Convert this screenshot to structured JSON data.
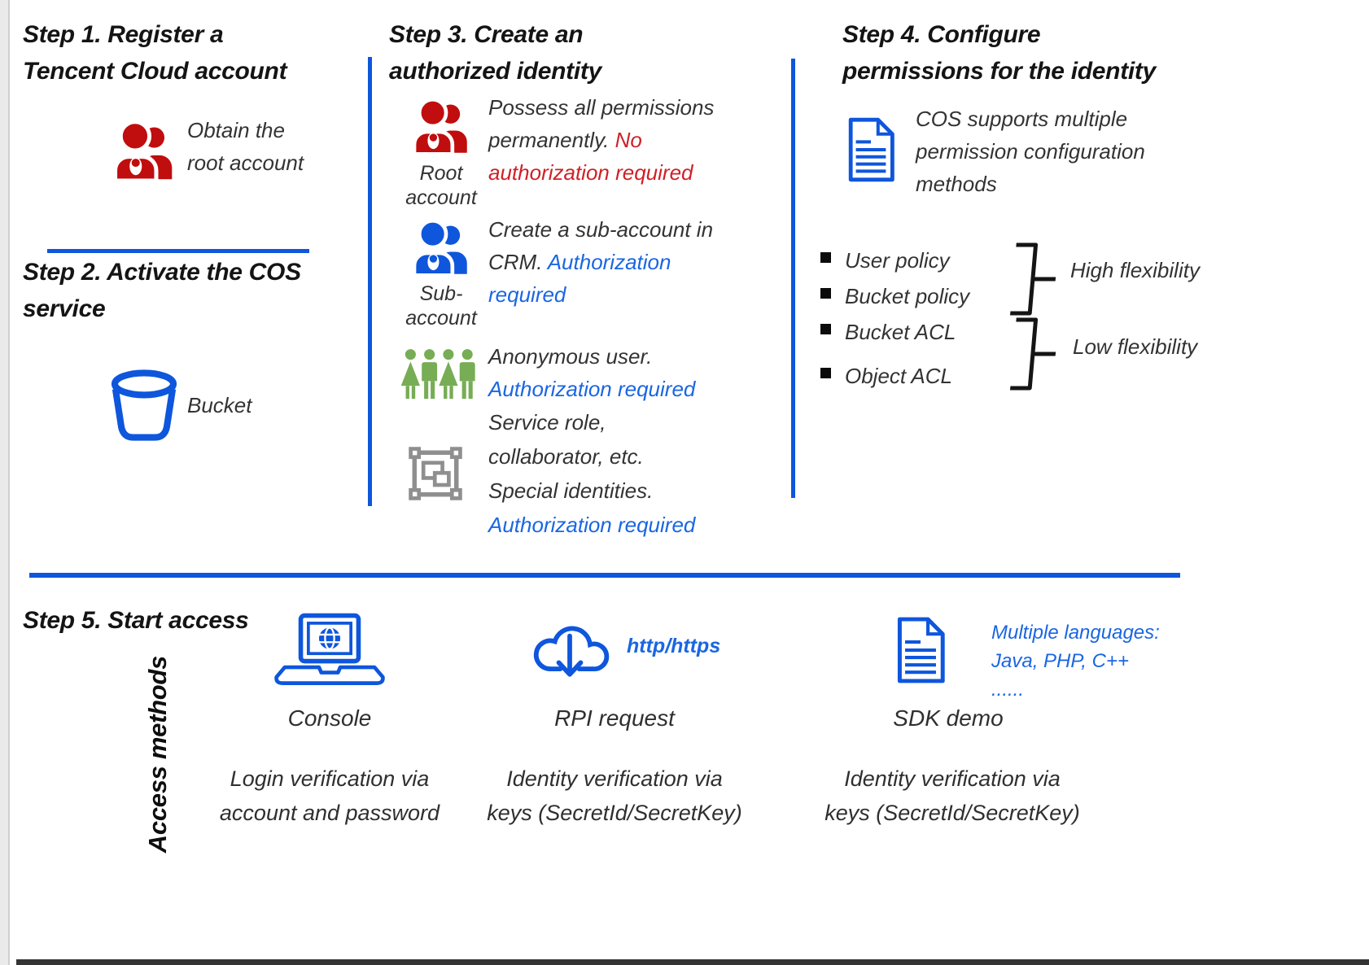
{
  "palette": {
    "blue": "#0E56DC",
    "blue_text": "#1A66E2",
    "red_icon": "#C00D0E",
    "red_text": "#CE2127",
    "green": "#77AD55",
    "gray": "#8F8F8F",
    "ink": "#141414",
    "body": "#333333"
  },
  "icons": {
    "step1": "two-users-icon",
    "step2": "bucket-icon",
    "step3_root": "two-users-icon",
    "step3_sub": "two-users-icon",
    "step3_anonymous": "people-group-icon",
    "step3_special": "artboard-frame-icon",
    "step4": "document-icon",
    "step5_console": "laptop-globe-icon",
    "step5_api": "cloud-download-icon",
    "step5_sdk": "document-icon"
  },
  "step1": {
    "title_line1": "Step 1. Register a",
    "title_line2": "Tencent Cloud account",
    "caption_line1": "Obtain the",
    "caption_line2": "root account"
  },
  "step2": {
    "title_line1": "Step 2. Activate the COS",
    "title_line2": "service",
    "caption": "Bucket"
  },
  "step3": {
    "title_line1": "Step 3. Create an",
    "title_line2": "authorized identity",
    "root": {
      "label_line1": "Root",
      "label_line2": "account",
      "line1": "Possess all permissions",
      "line2_dark": "permanently.",
      "line2_red": "No",
      "line3_red": "authorization required"
    },
    "sub": {
      "label_line1": "Sub-",
      "label_line2": "account",
      "line1": "Create a sub-account in",
      "line2_dark": "CRM.",
      "line2_blue": "Authorization",
      "line3_blue": "required"
    },
    "anonymous": {
      "line1": "Anonymous user.",
      "line2_blue": "Authorization required"
    },
    "special": {
      "line1": "Service role,",
      "line2": "collaborator, etc.",
      "line3": "Special identities.",
      "line4_blue": "Authorization required"
    }
  },
  "step4": {
    "title_line1": "Step 4. Configure",
    "title_line2": "permissions for the identity",
    "caption_line1": "COS supports multiple",
    "caption_line2": "permission configuration",
    "caption_line3": "methods",
    "bullets": [
      "User policy",
      "Bucket policy",
      "Bucket ACL",
      "Object ACL"
    ],
    "high_label": "High flexibility",
    "low_label": "Low flexibility"
  },
  "step5": {
    "title": "Step 5. Start access",
    "axis_label": "Access methods",
    "console": {
      "name": "Console",
      "desc_line1": "Login verification via",
      "desc_line2": "account and password"
    },
    "api": {
      "tag": "http/https",
      "name": "RPI request",
      "desc_line1": "Identity verification via",
      "desc_line2": "keys (SecretId/SecretKey)"
    },
    "sdk": {
      "note_line1": "Multiple languages:",
      "note_line2": "Java, PHP, C++",
      "note_line3": "......",
      "name": "SDK demo",
      "desc_line1": "Identity verification via",
      "desc_line2": "keys (SecretId/SecretKey)"
    }
  }
}
